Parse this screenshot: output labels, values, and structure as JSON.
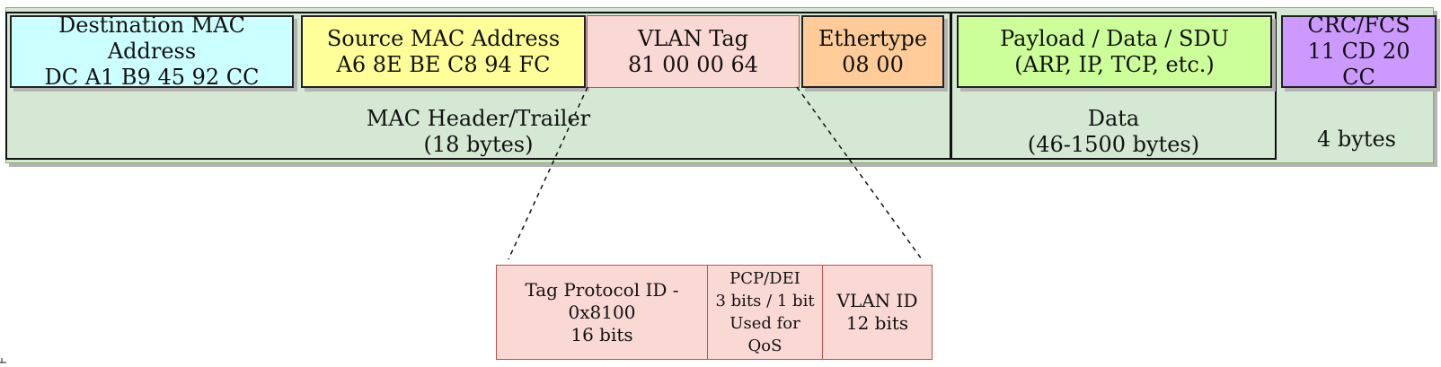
{
  "frame": {
    "header_group": {
      "label_line1": "MAC Header/Trailer",
      "label_line2": "(18 bytes)",
      "fields": {
        "destination": {
          "line1": "Destination MAC",
          "line2": "Address",
          "line3": "DC  A1  B9  45  92  CC",
          "color": "#ccffff"
        },
        "source": {
          "line1": "Source MAC Address",
          "line2": "A6  8E  BE  C8  94  FC",
          "color": "#ffff99"
        },
        "vlan": {
          "line1": "VLAN Tag",
          "line2": "81 00 00 64",
          "color": "#fad9d5"
        },
        "ethertype": {
          "line1": "Ethertype",
          "line2": "08  00",
          "color": "#ffcc99"
        }
      }
    },
    "data_group": {
      "label_line1": "Data",
      "label_line2": "(46-1500 bytes)",
      "payload": {
        "line1": "Payload / Data / SDU",
        "line2": "(ARP, IP, TCP, etc.)",
        "color": "#ccff99"
      }
    },
    "crc_group": {
      "label": "4 bytes",
      "field": {
        "line1": "CRC/FCS",
        "line2": "11 CD  20",
        "line3": "CC",
        "color": "#cc99ff"
      }
    }
  },
  "vlan_detail": {
    "tpid": {
      "line1": "Tag Protocol ID -",
      "line2": "0x8100",
      "line3": "16 bits"
    },
    "pcp_dei": {
      "line1": "PCP/DEI",
      "line2": "3 bits / 1 bit",
      "line3": "Used for",
      "line4": "QoS"
    },
    "vlan_id": {
      "line1": "VLAN ID",
      "line2": "12 bits"
    },
    "color": "#fad9d5"
  }
}
